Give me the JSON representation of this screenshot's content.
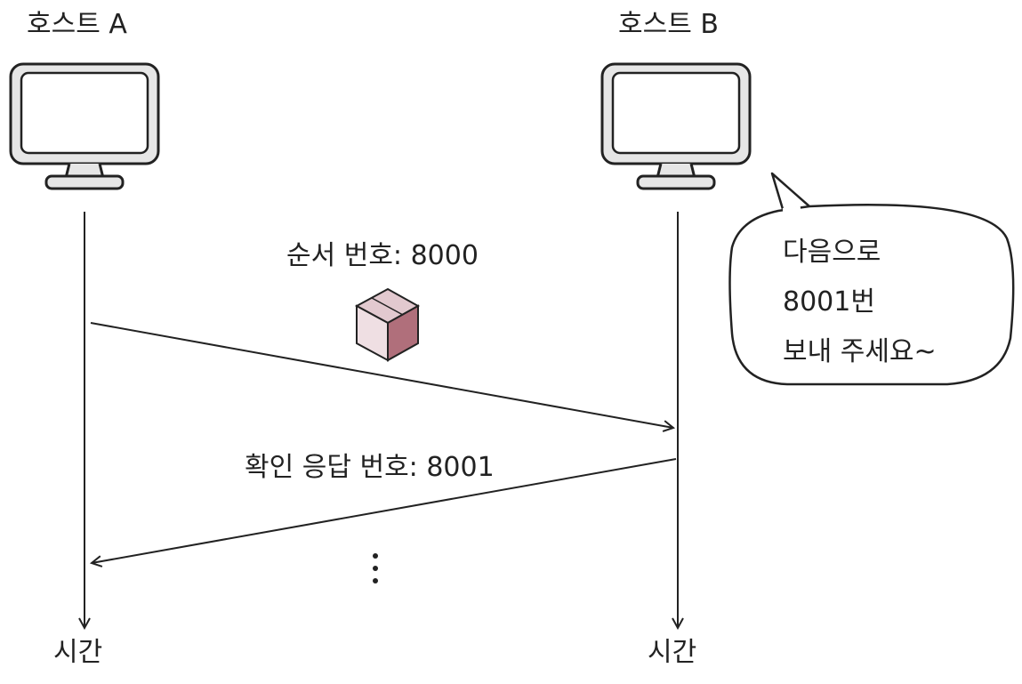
{
  "host_a": {
    "label": "호스트 A"
  },
  "host_b": {
    "label": "호스트 B"
  },
  "time_a": {
    "label": "시간"
  },
  "time_b": {
    "label": "시간"
  },
  "segment": {
    "label": "순서 번호: 8000"
  },
  "ack": {
    "label": "확인 응답 번호: 8001"
  },
  "bubble": {
    "lines": [
      "다음으로",
      "8001번",
      "보내 주세요~"
    ]
  },
  "colors": {
    "monitor_fill": "#e6e6e6",
    "line": "#222222",
    "box_light": "#efdfe3",
    "box_top": "#e2c9cf",
    "box_dark": "#b06f7b"
  }
}
